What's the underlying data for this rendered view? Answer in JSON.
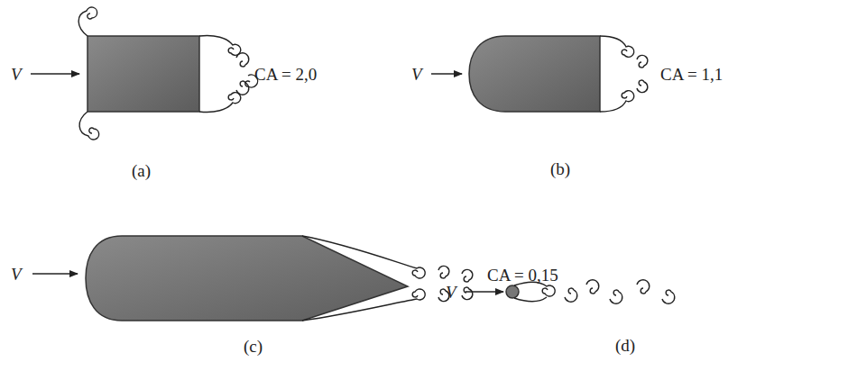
{
  "diagram": {
    "labels": [
      "V",
      "CA = 2,0",
      "(a)",
      "V",
      "CA = 1,1",
      "(b)",
      "V",
      "CA = 0,15",
      "(c)",
      "V",
      "(d)"
    ]
  }
}
